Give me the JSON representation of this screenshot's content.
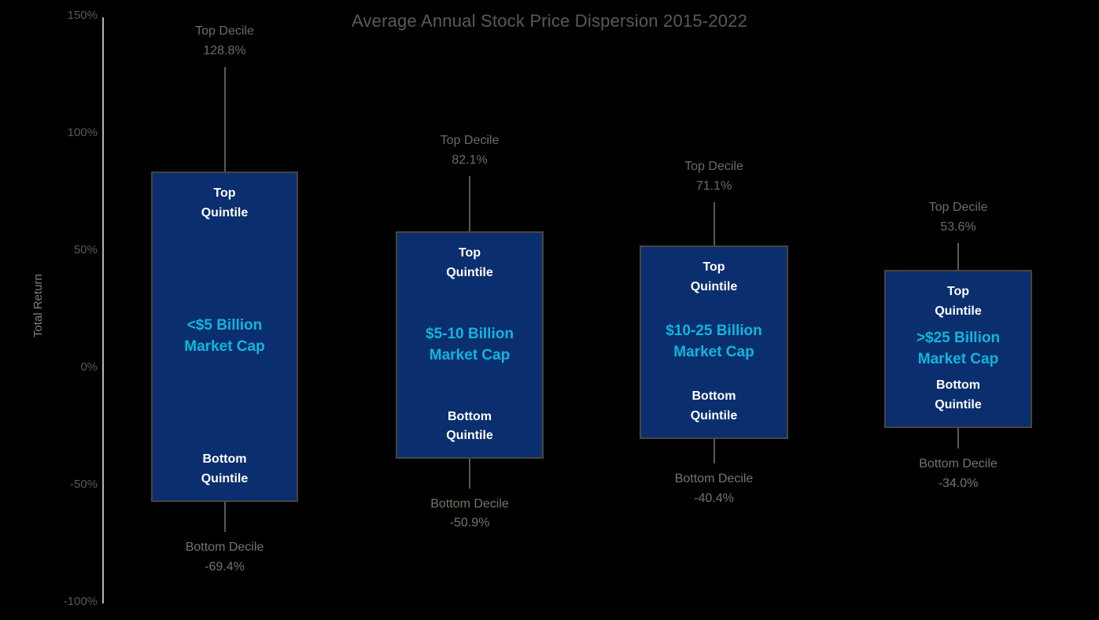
{
  "chart_data": {
    "type": "box",
    "title": "Average Annual Stock Price Dispersion 2015-2022",
    "xlabel": "",
    "ylabel": "Total Return",
    "ylim": [
      -100,
      150
    ],
    "yticks": [
      "150%",
      "100%",
      "50%",
      "0%",
      "-50%",
      "-100%"
    ],
    "ytick_values": [
      150,
      100,
      50,
      0,
      -50,
      -100
    ],
    "grid": false,
    "legend": "none",
    "categories": [
      "<$5 Billion Market Cap",
      "$5-10 Billion Market Cap",
      "$10-25 Billion Market Cap",
      ">$25 Billion Market Cap"
    ],
    "series": [
      {
        "name": "Top Decile",
        "values": [
          128.8,
          82.1,
          71.1,
          53.6
        ]
      },
      {
        "name": "Top Quintile",
        "values": [
          84.2,
          58.7,
          52.7,
          42.3
        ]
      },
      {
        "name": "Bottom Quintile",
        "values": [
          -56.7,
          -38.3,
          -29.9,
          -25.2
        ]
      },
      {
        "name": "Bottom Decile",
        "values": [
          -69.4,
          -50.9,
          -40.4,
          -34.0
        ]
      }
    ],
    "groups": [
      {
        "cap_label": "<$5 Billion\nMarket Cap",
        "top_decile_label": "Top Decile",
        "top_decile_value": "128.8%",
        "top_quintile_label": "Top\nQuintile",
        "bottom_quintile_label": "Bottom\nQuintile",
        "bottom_decile_label": "Bottom Decile",
        "bottom_decile_value": "-69.4%",
        "top_decile_num": 128.8,
        "top_quintile_num": 84.2,
        "bottom_quintile_num": -56.7,
        "bottom_decile_num": -69.4
      },
      {
        "cap_label": "$5-10 Billion\nMarket Cap",
        "top_decile_label": "Top Decile",
        "top_decile_value": "82.1%",
        "top_quintile_label": "Top\nQuintile",
        "bottom_quintile_label": "Bottom\nQuintile",
        "bottom_decile_label": "Bottom Decile",
        "bottom_decile_value": "-50.9%",
        "top_decile_num": 82.1,
        "top_quintile_num": 58.7,
        "bottom_quintile_num": -38.3,
        "bottom_decile_num": -50.9
      },
      {
        "cap_label": "$10-25 Billion\nMarket Cap",
        "top_decile_label": "Top Decile",
        "top_decile_value": "71.1%",
        "top_quintile_label": "Top\nQuintile",
        "bottom_quintile_label": "Bottom\nQuintile",
        "bottom_decile_label": "Bottom Decile",
        "bottom_decile_value": "-40.4%",
        "top_decile_num": 71.1,
        "top_quintile_num": 52.7,
        "bottom_quintile_num": -29.9,
        "bottom_decile_num": -40.4
      },
      {
        "cap_label": ">$25 Billion\nMarket Cap",
        "top_decile_label": "Top Decile",
        "top_decile_value": "53.6%",
        "top_quintile_label": "Top\nQuintile",
        "bottom_quintile_label": "Bottom\nQuintile",
        "bottom_decile_label": "Bottom Decile",
        "bottom_decile_value": "-34.0%",
        "top_decile_num": 53.6,
        "top_quintile_num": 42.3,
        "bottom_quintile_num": -25.2,
        "bottom_decile_num": -34.0
      }
    ]
  },
  "colors": {
    "background": "#000000",
    "box_fill": "#0A2E6E",
    "box_border": "#4a443f",
    "cap_text": "#10B6DB",
    "quintile_text": "#FFFFFF",
    "decile_text": "#7a7268",
    "axis": "#b3b3b3",
    "tick_text": "#595959",
    "title_text": "#595959"
  }
}
